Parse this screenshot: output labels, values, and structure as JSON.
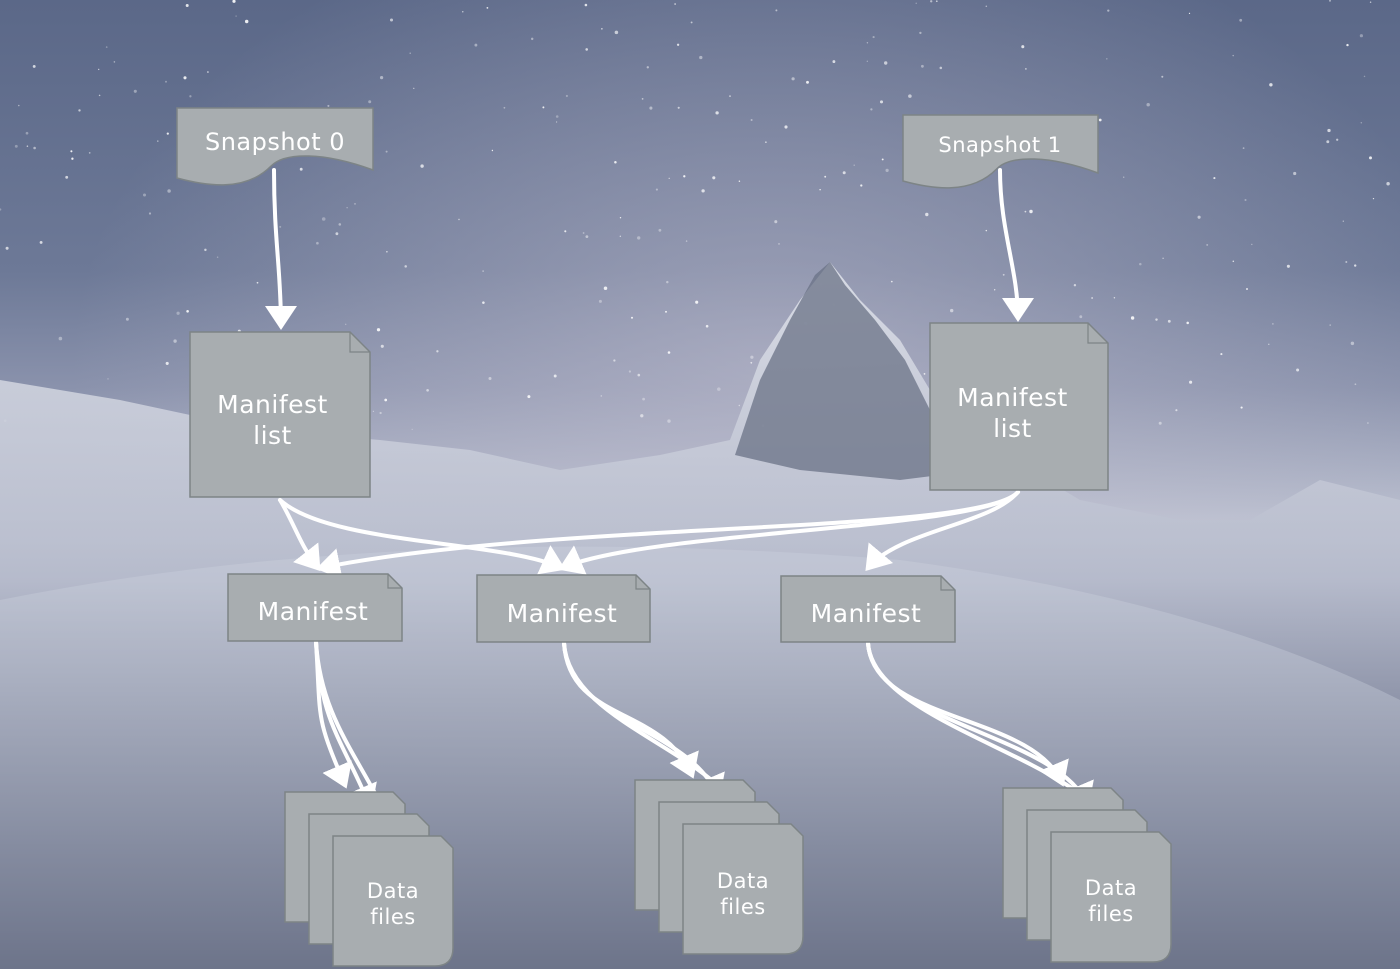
{
  "snapshots": [
    {
      "label": "Snapshot 0"
    },
    {
      "label": "Snapshot 1"
    }
  ],
  "manifest_lists": [
    {
      "label": "Manifest\nlist"
    },
    {
      "label": "Manifest\nlist"
    }
  ],
  "manifests": [
    {
      "label": "Manifest"
    },
    {
      "label": "Manifest"
    },
    {
      "label": "Manifest"
    }
  ],
  "data_files": [
    {
      "label": "Data\nfiles"
    },
    {
      "label": "Data\nfiles"
    },
    {
      "label": "Data\nfiles"
    }
  ],
  "colors": {
    "node_fill": "#a8adb0",
    "node_stroke": "#7d8486",
    "arrow": "#ffffff"
  }
}
